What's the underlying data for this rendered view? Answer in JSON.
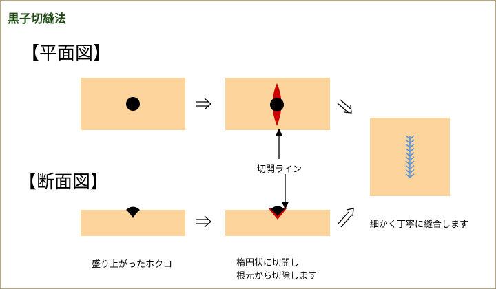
{
  "title": "黒子切縫法",
  "plan_view": {
    "heading": "【平面図】",
    "incision_label": "切開ライン",
    "stitch_caption": "細かく丁寧に縫合します"
  },
  "section_view": {
    "heading": "【断面図】",
    "raised_caption": "盛り上がったホクロ",
    "excise_caption": [
      "楕円状に切開し",
      "根元から切除します"
    ]
  },
  "icons": {
    "arrow_right": "double-arrow-right-icon",
    "arrow_diag_down": "double-arrow-diagonal-down-icon",
    "arrow_diag_up": "double-arrow-diagonal-up-icon"
  },
  "colors": {
    "skin": "#fdd49b",
    "mole": "#000000",
    "incision": "#cc0000",
    "suture": "#4a8ee8",
    "title": "#1f4a16"
  }
}
